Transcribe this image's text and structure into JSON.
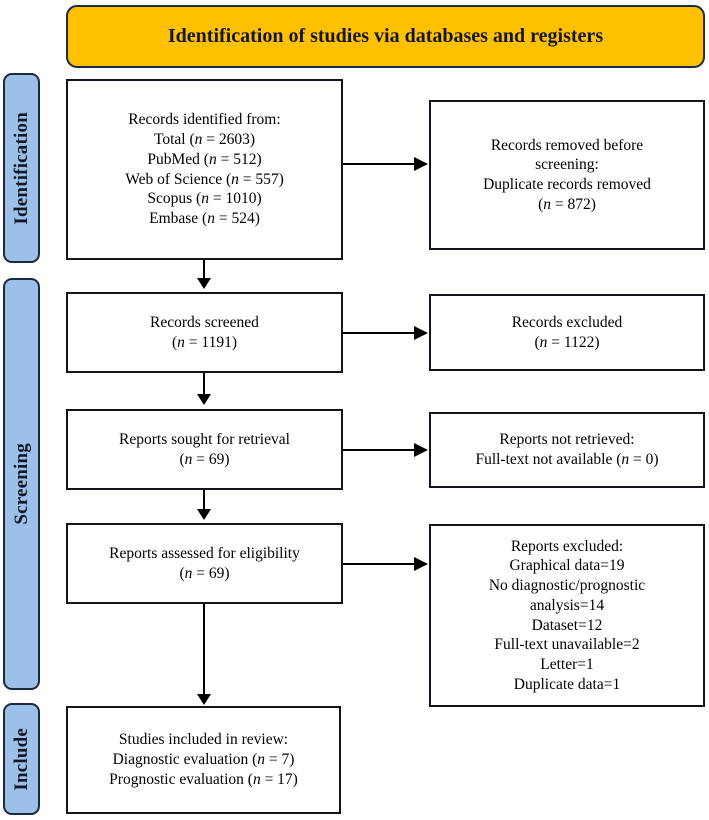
{
  "header": {
    "title": "Identification of studies via databases and registers",
    "background_color": "#FFC000"
  },
  "phases": {
    "accent_color": "#9CC0E7",
    "items": [
      {
        "id": "identification",
        "label": "Identification"
      },
      {
        "id": "screening",
        "label": "Screening"
      },
      {
        "id": "include",
        "label": "Include"
      }
    ]
  },
  "flow": {
    "identified": {
      "text": "Records identified from:\nTotal (n = 2603)\nPubMed (n = 512)\nWeb of Science (n = 557)\nScopus (n = 1010)\nEmbase (n = 524)"
    },
    "removed": {
      "text": "Records removed before\nscreening:\nDuplicate records removed\n(n = 872)"
    },
    "screened": {
      "text": "Records screened\n(n = 1191)"
    },
    "excluded": {
      "text": "Records excluded\n(n = 1122)"
    },
    "sought": {
      "text": "Reports sought for retrieval\n(n = 69)"
    },
    "not_retrieved": {
      "text": "Reports not retrieved:\nFull-text not available (n = 0)"
    },
    "assessed": {
      "text": "Reports assessed for eligibility\n(n = 69)"
    },
    "reports_excluded": {
      "text": "Reports excluded:\nGraphical data=19\nNo diagnostic/prognostic\nanalysis=14\nDataset=12\nFull-text unavailable=2\nLetter=1\nDuplicate data=1"
    },
    "included": {
      "text": "Studies included in review:\nDiagnostic evaluation (n = 7)\nPrognostic evaluation (n = 17)"
    }
  },
  "counts": {
    "total_identified": 2603,
    "pubmed": 512,
    "web_of_science": 557,
    "scopus": 1010,
    "embase": 524,
    "duplicates_removed": 872,
    "records_screened": 1191,
    "records_excluded": 1122,
    "reports_sought": 69,
    "reports_not_retrieved": 0,
    "reports_assessed": 69,
    "excluded_graphical_data": 19,
    "excluded_no_analysis": 14,
    "excluded_dataset": 12,
    "excluded_fulltext_unavailable": 2,
    "excluded_letter": 1,
    "excluded_duplicate_data": 1,
    "included_diagnostic": 7,
    "included_prognostic": 17
  }
}
